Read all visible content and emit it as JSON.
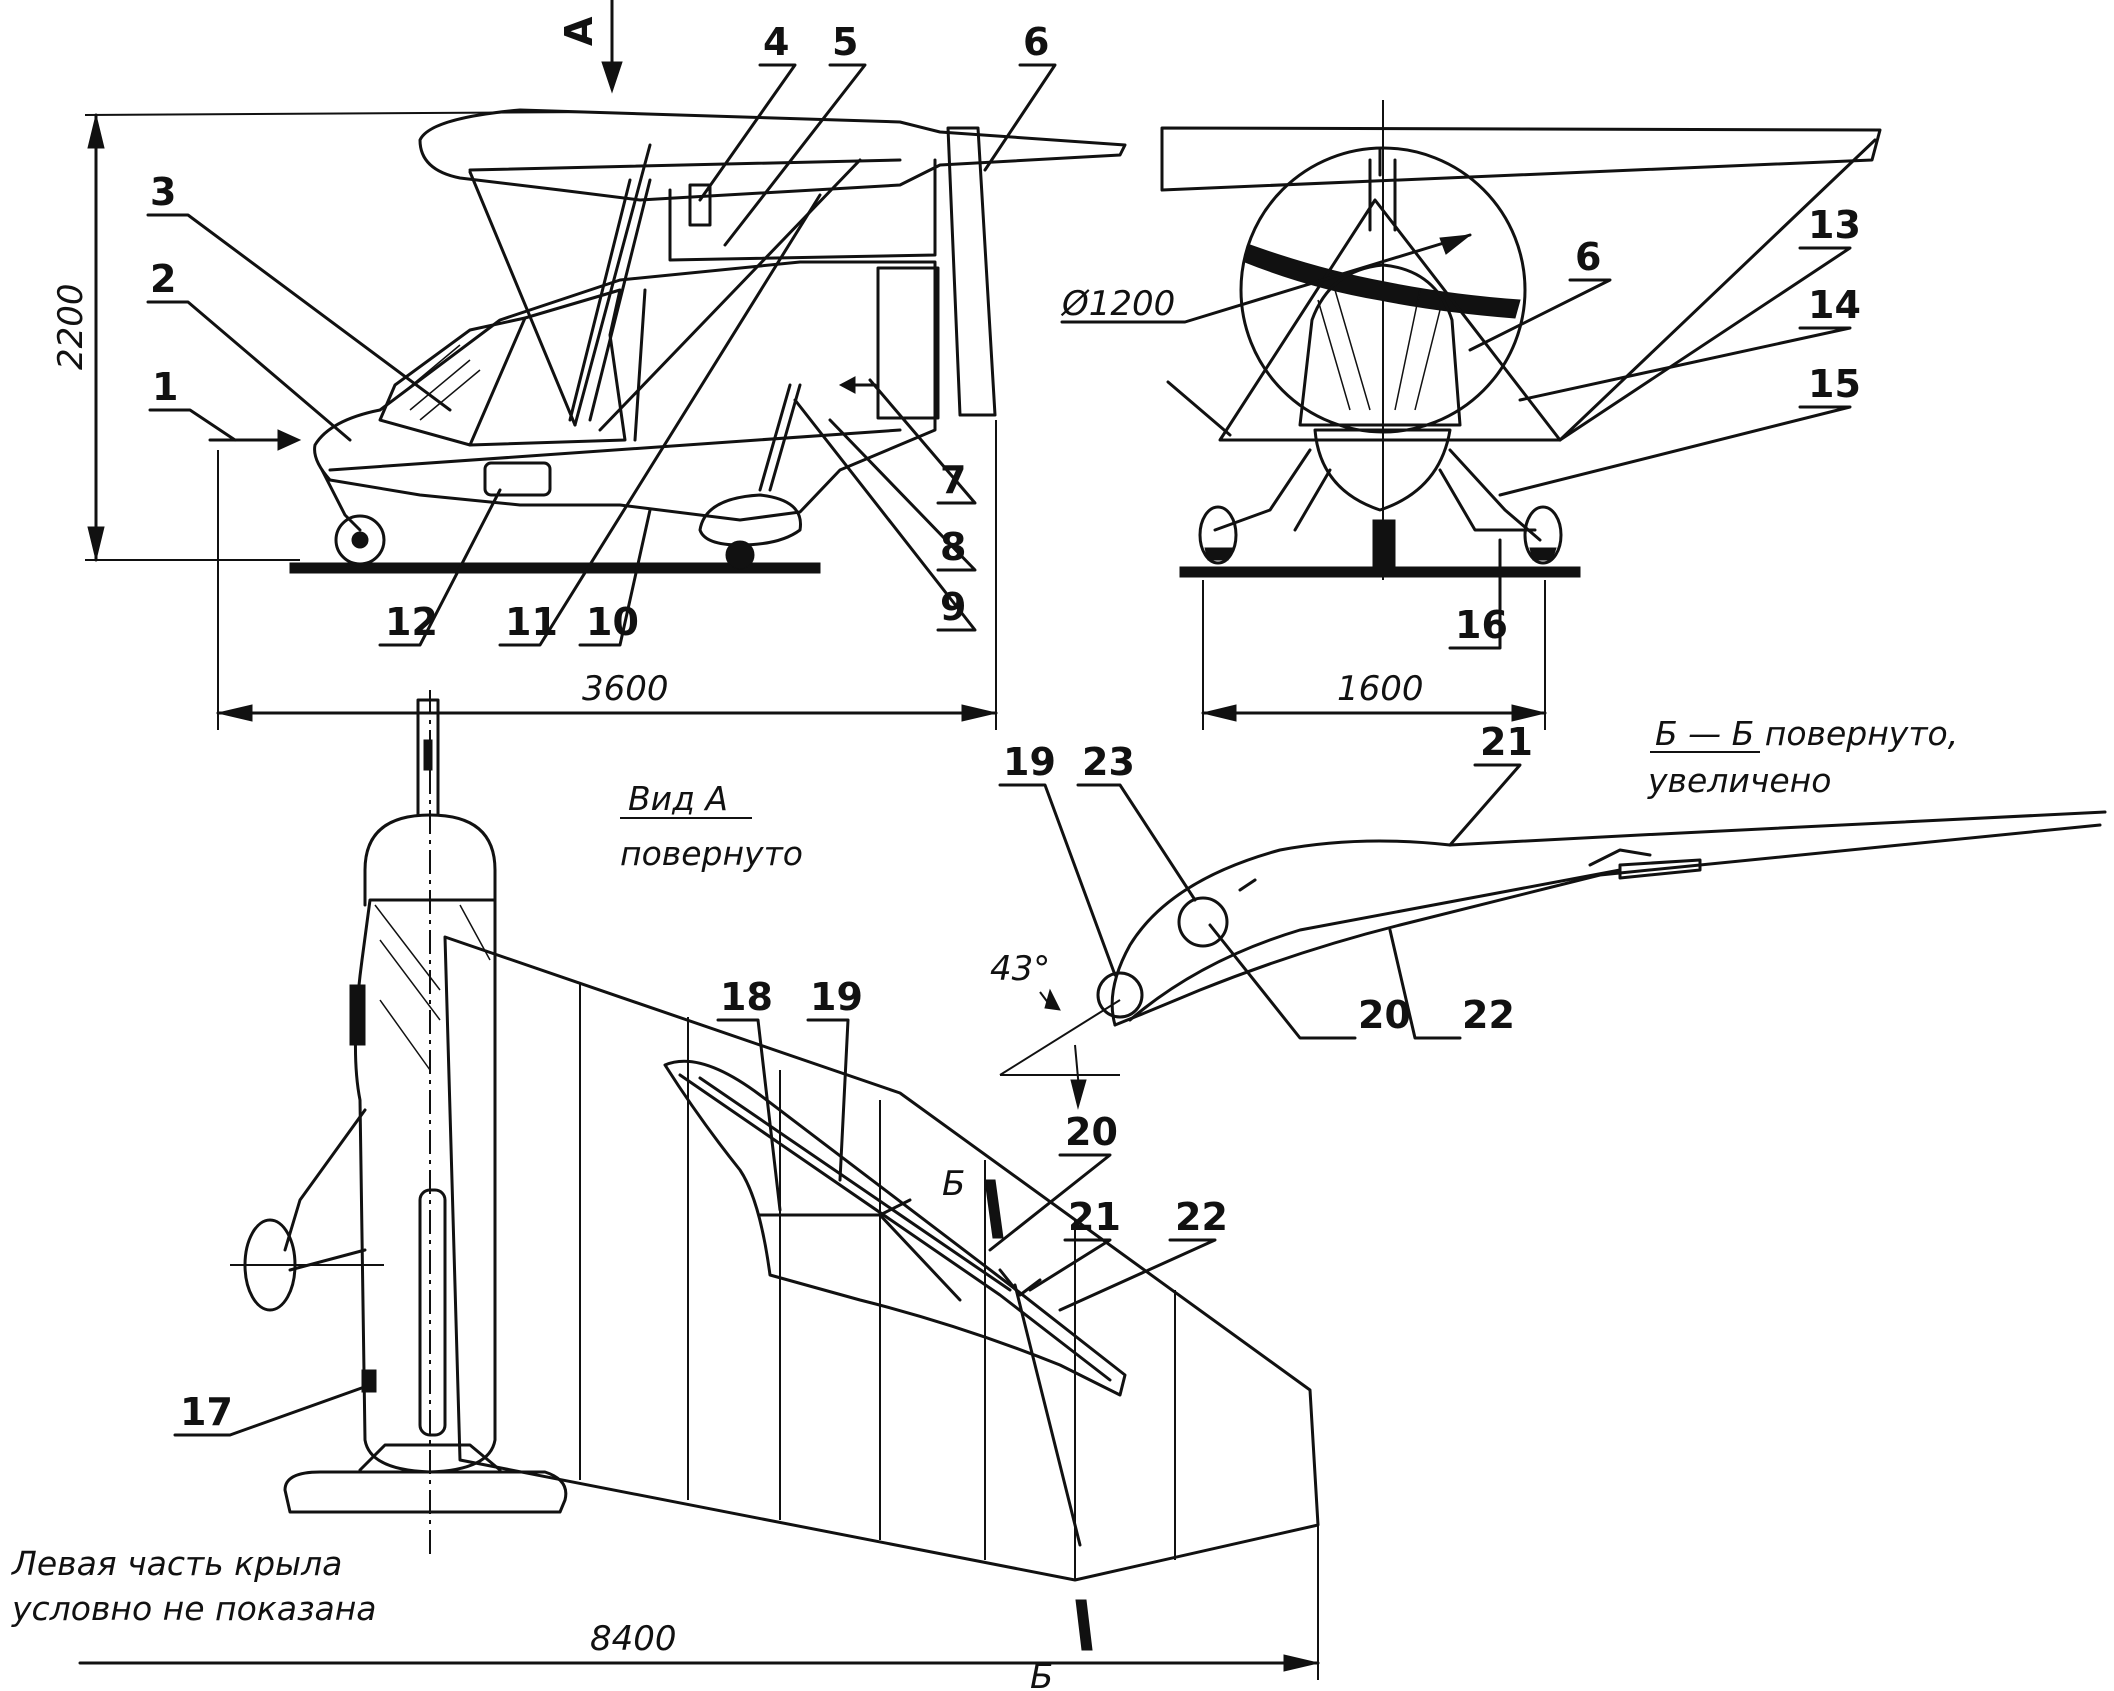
{
  "callouts": [
    "1",
    "2",
    "3",
    "4",
    "5",
    "6",
    "7",
    "8",
    "9",
    "10",
    "11",
    "12",
    "13",
    "14",
    "15",
    "16",
    "17",
    "18",
    "19",
    "20",
    "21",
    "22",
    "23"
  ],
  "dimensions": {
    "height": "2200",
    "length": "3600",
    "track": "1600",
    "span": "8400",
    "prop_diameter": "Ø1200",
    "angle": "43°"
  },
  "view_arrow": "А",
  "section_mark": "Б",
  "captions": {
    "view_a_line1": "Вид А",
    "view_a_line2": "повернуто",
    "section_line1": "Б — Б  повернуто,",
    "section_line2": "увеличено",
    "note_line1": "Левая часть крыла",
    "note_line2": "условно не показана"
  }
}
